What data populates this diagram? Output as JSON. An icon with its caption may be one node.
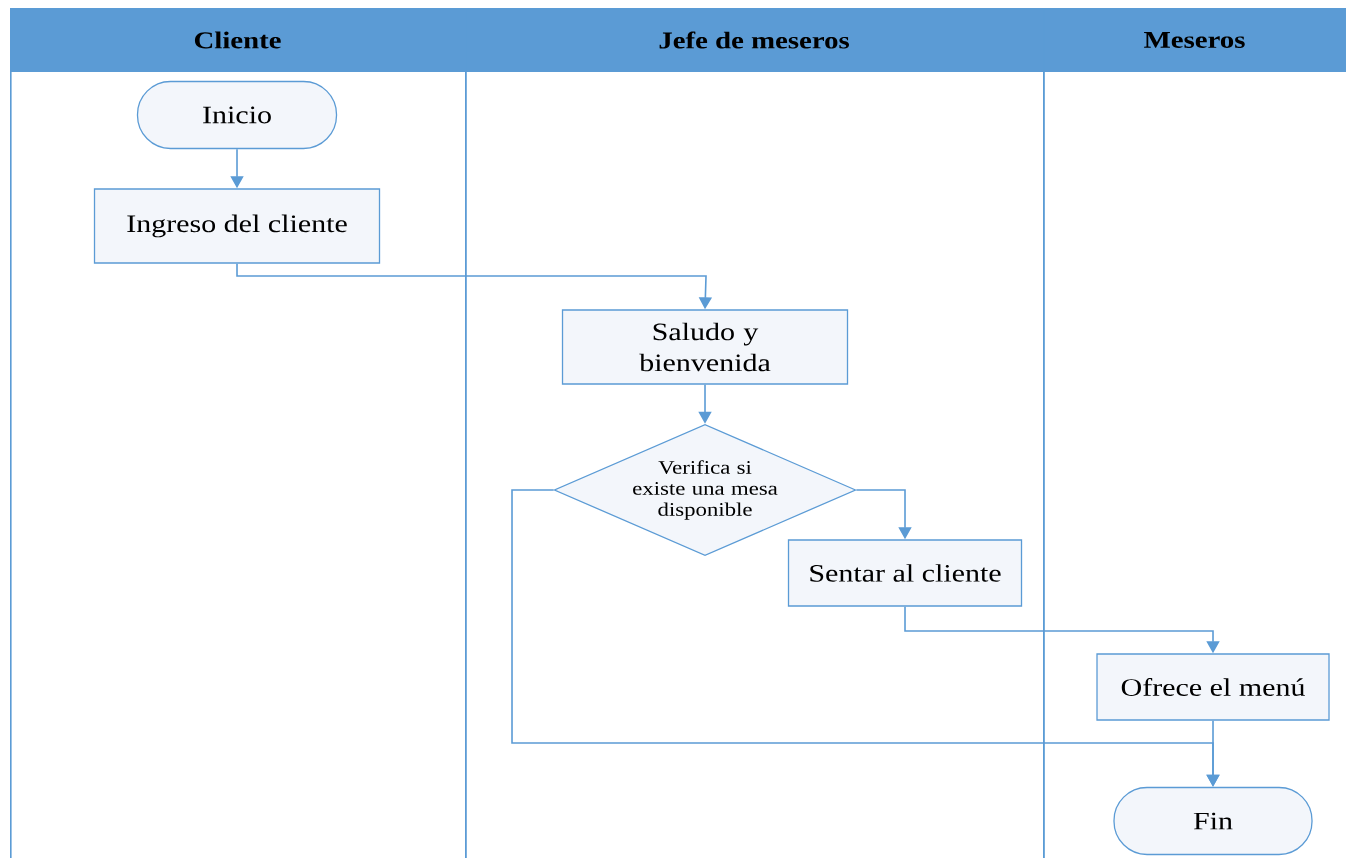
{
  "diagram": {
    "nodes": [
      {
        "text": [
          "Cliente"
        ]
      },
      {
        "text": [
          "Jefe de meseros"
        ]
      },
      {
        "text": [
          "Meseros"
        ]
      },
      {
        "text": [
          "Inicio"
        ],
        "in": 0
      },
      {
        "text": [
          "Ingreso del cliente"
        ],
        "in": 0
      },
      {
        "text": [
          "Saludo y bienvenida"
        ],
        "in": 1
      },
      {
        "text": [
          "Verifica si existe una mesa disponible"
        ],
        "in": 1
      },
      {
        "text": [
          "Sentar al cliente"
        ],
        "in": 1
      },
      {
        "text": [
          "Ofrece el menú"
        ],
        "in": 2
      },
      {
        "text": [
          "Fin"
        ],
        "in": 2
      }
    ],
    "edges": [
      {
        "from": 3,
        "to": 4,
        "arrow": "to"
      },
      {
        "from": 4,
        "to": 5,
        "arrow": "to"
      },
      {
        "from": 5,
        "to": 6,
        "arrow": "to"
      },
      {
        "from": 6,
        "to": 7,
        "arrow": "to"
      },
      {
        "from": 7,
        "to": 8,
        "arrow": "to"
      },
      {
        "from": 8,
        "to": 9,
        "arrow": "to"
      },
      {
        "from": 6,
        "to": 9,
        "arrow": "to"
      }
    ]
  }
}
